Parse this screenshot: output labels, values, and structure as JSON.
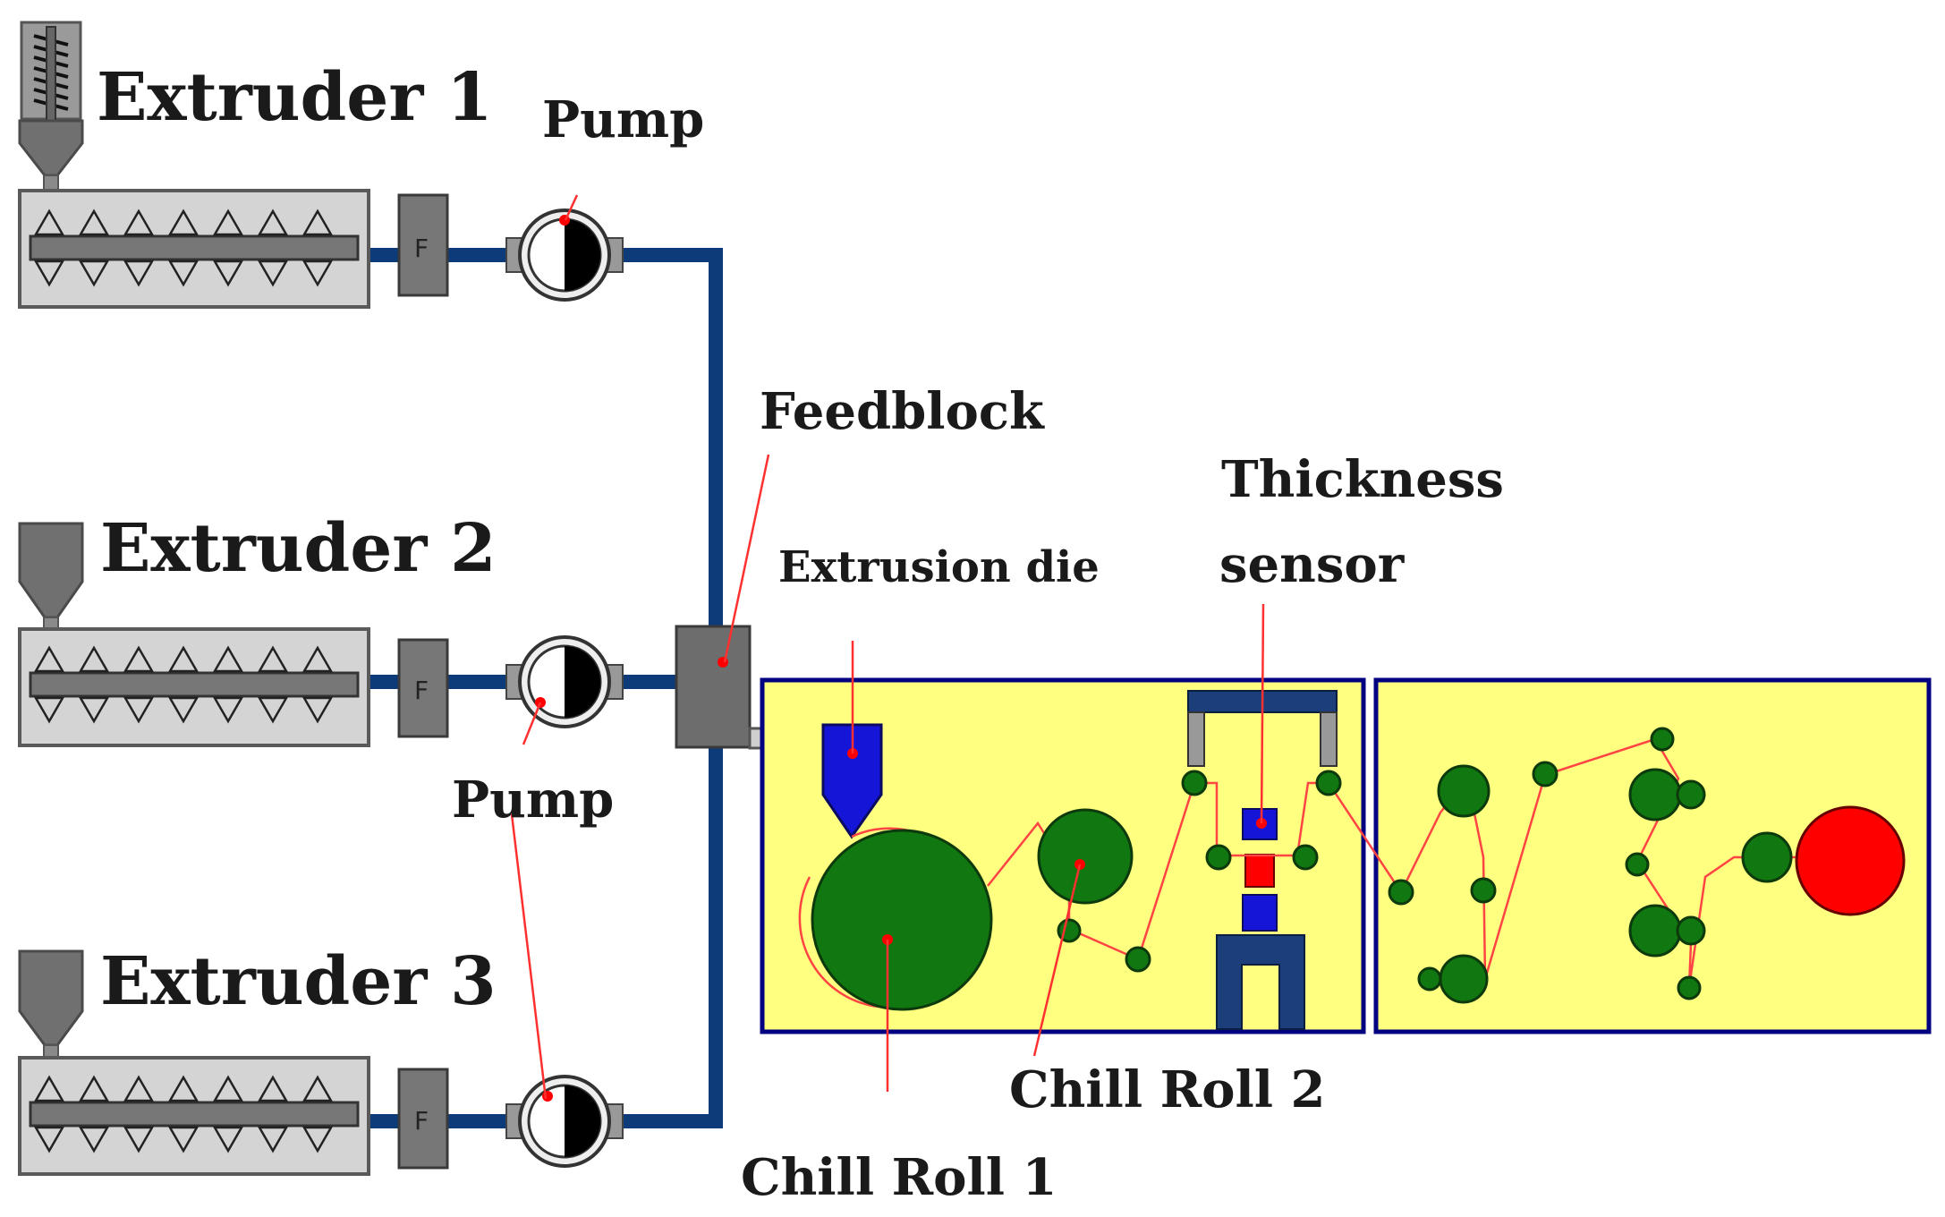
{
  "labels": {
    "extruder1": "Extruder 1",
    "extruder2": "Extruder 2",
    "extruder3": "Extruder 3",
    "pump_top": "Pump",
    "pump_mid": "Pump",
    "feedblock": "Feedblock",
    "extrusion_die": "Extrusion die",
    "thickness_line1": "Thickness",
    "thickness_line2": "sensor",
    "chill_roll_1": "Chill Roll 1",
    "chill_roll_2": "Chill Roll 2"
  },
  "filter_mark": "F",
  "colors": {
    "pipe": "#0d3b7a",
    "panel_fill": "#ffff80",
    "panel_border": "#000080",
    "roll_green": "#117711",
    "roll_red": "#ff0000",
    "die_blue": "#1515d8",
    "leader_red": "#ff0000",
    "machine_gray": "#d4d4d4",
    "body_gray": "#777777"
  }
}
